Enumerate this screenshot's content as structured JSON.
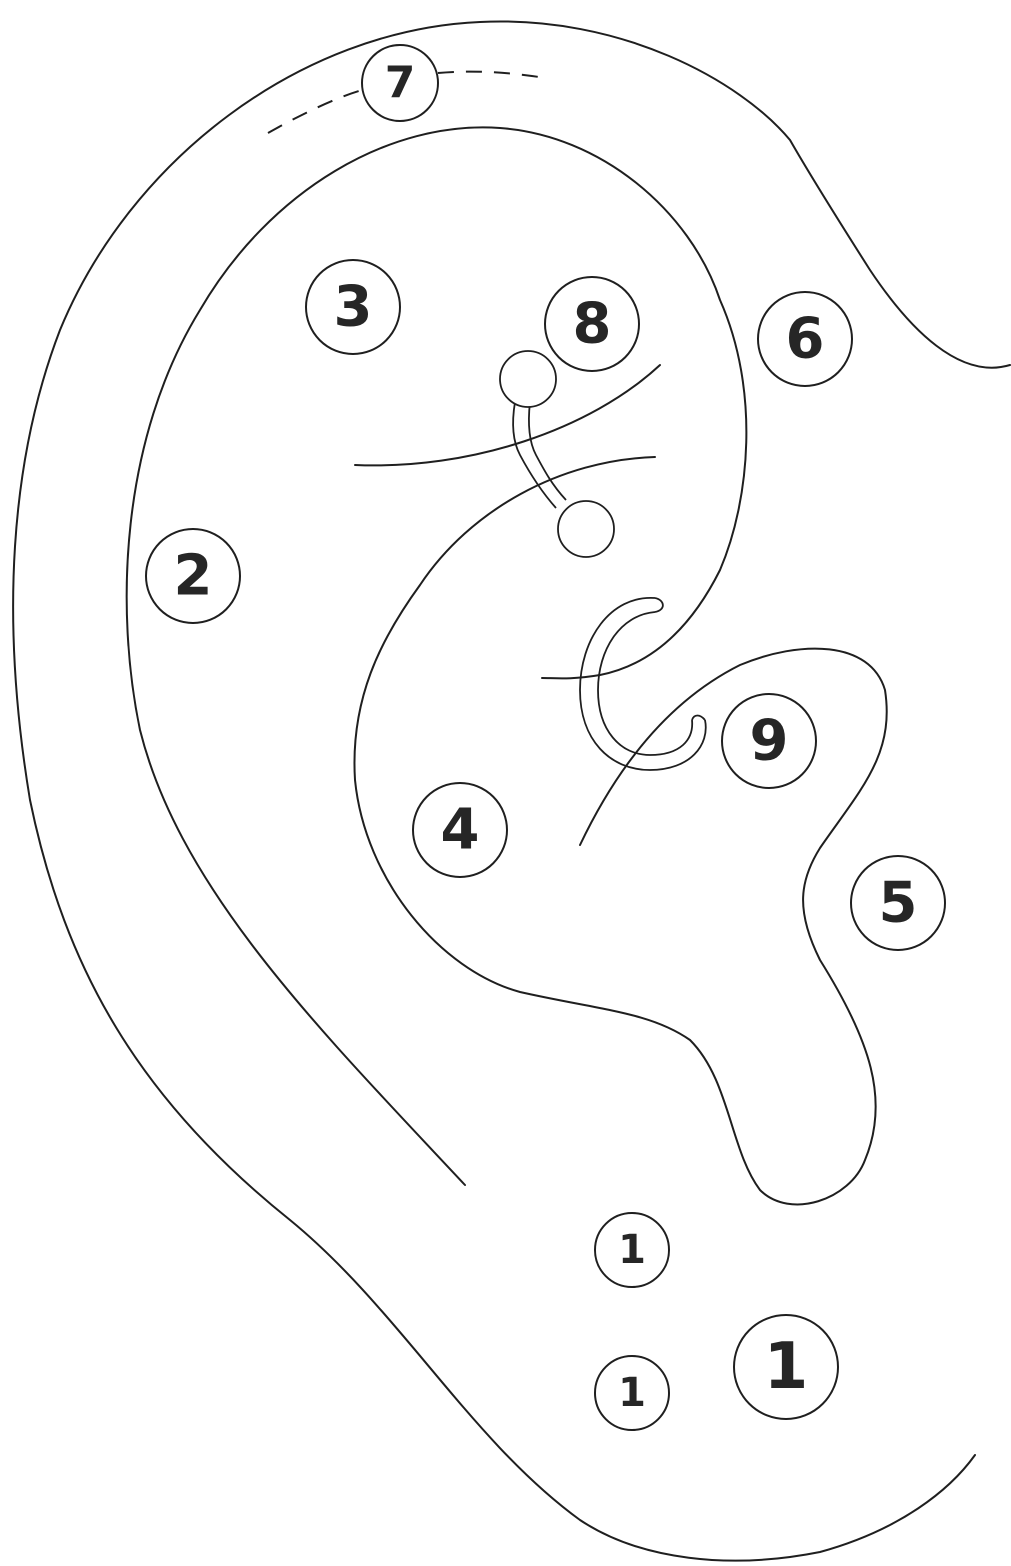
{
  "markers": [
    {
      "id": "m7",
      "name": "piercing-marker-7",
      "label": "7"
    },
    {
      "id": "m3",
      "name": "piercing-marker-3",
      "label": "3"
    },
    {
      "id": "m8",
      "name": "piercing-marker-8",
      "label": "8"
    },
    {
      "id": "m6",
      "name": "piercing-marker-6",
      "label": "6"
    },
    {
      "id": "m2",
      "name": "piercing-marker-2",
      "label": "2"
    },
    {
      "id": "m9",
      "name": "piercing-marker-9",
      "label": "9"
    },
    {
      "id": "m4",
      "name": "piercing-marker-4",
      "label": "4"
    },
    {
      "id": "m5",
      "name": "piercing-marker-5",
      "label": "5"
    },
    {
      "id": "m1a",
      "name": "piercing-marker-1-upper",
      "label": "1"
    },
    {
      "id": "m1b",
      "name": "piercing-marker-1-lower",
      "label": "1"
    },
    {
      "id": "m1c",
      "name": "piercing-marker-1-large",
      "label": "1"
    }
  ]
}
